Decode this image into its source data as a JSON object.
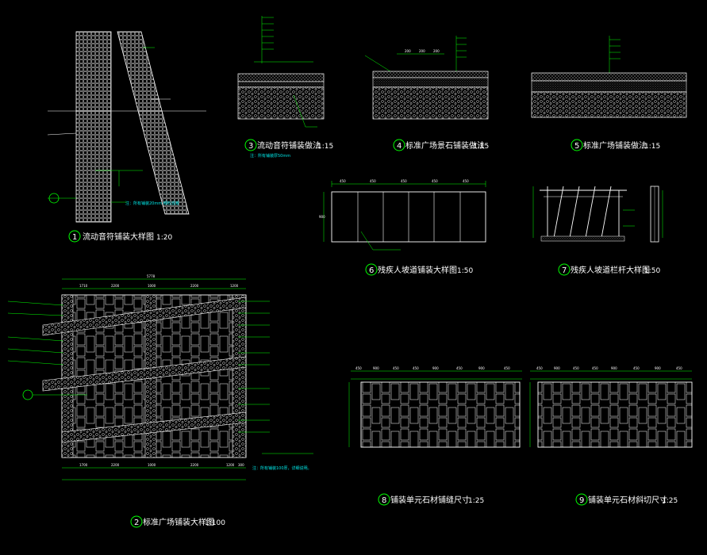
{
  "canvas": {
    "background": "#000000"
  },
  "colors": {
    "line": "#ffffff",
    "dim": "#00ff00",
    "leader": "#00ff00",
    "note": "#00e5e5",
    "hatch": "#c8c8c8",
    "bubble": "#00ff00"
  },
  "drawings": [
    {
      "id": "d1",
      "number": "1",
      "title": "流动音符铺装大样图",
      "scale": "1:20",
      "note": "注：所有铺装20mm 细石混凝"
    },
    {
      "id": "d3",
      "number": "3",
      "title": "流动音符铺装做法",
      "scale": "1:15",
      "note": "注：所有铺装厚50mm"
    },
    {
      "id": "d4",
      "number": "4",
      "title": "标准广场景石铺装做法",
      "scale": "1:15"
    },
    {
      "id": "d5",
      "number": "5",
      "title": "标准广场铺装做法",
      "scale": "1:15"
    },
    {
      "id": "d6",
      "number": "6",
      "title": "残疾人坡道铺装大样图",
      "scale": "1:50"
    },
    {
      "id": "d7",
      "number": "7",
      "title": "残疾人坡道栏杆大样图",
      "scale": "1:50"
    },
    {
      "id": "d2",
      "number": "2",
      "title": "标准广场铺装大样图",
      "scale": "1:100",
      "note": "注：所有铺装100厚，详细说明。"
    },
    {
      "id": "d8",
      "number": "8",
      "title": "铺装单元石材铺缝尺寸",
      "scale": "1:25"
    },
    {
      "id": "d9",
      "number": "9",
      "title": "铺装单元石材斜切尺寸",
      "scale": "1:25"
    }
  ],
  "dimensions": {
    "d4": [
      "200",
      "200",
      "200"
    ],
    "d6": [
      "450",
      "450",
      "450",
      "450",
      "450"
    ],
    "d2_top": [
      "5778"
    ],
    "d2_top_parts": [
      "1710",
      "2200",
      "1000",
      "2200",
      "1200"
    ],
    "d2_bottom": [
      "1700",
      "2200",
      "1000",
      "2200",
      "1200",
      "300"
    ],
    "d8": [
      "450",
      "900",
      "450",
      "450",
      "900",
      "450",
      "900",
      "450"
    ],
    "d9": [
      "450",
      "900",
      "450",
      "450",
      "900",
      "450",
      "900",
      "450"
    ],
    "d6_side": [
      "900"
    ]
  }
}
